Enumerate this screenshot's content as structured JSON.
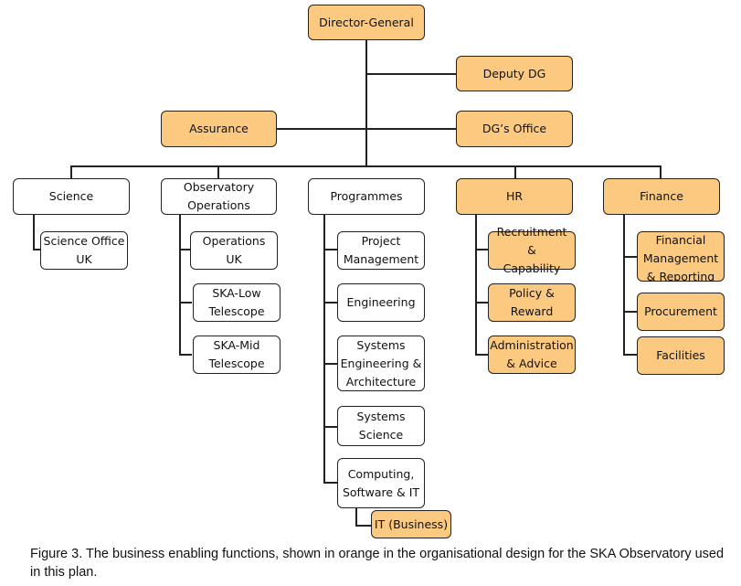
{
  "colors": {
    "business": "#fcc980",
    "default": "#ffffff",
    "line": "#222222"
  },
  "nodes": {
    "director_general": "Director-General",
    "deputy_dg": "Deputy DG",
    "assurance": "Assurance",
    "dgs_office": "DG’s Office",
    "science": "Science",
    "observatory_operations": "Observatory\nOperations",
    "programmes": "Programmes",
    "hr": "HR",
    "finance": "Finance",
    "science_office_uk": "Science Office\nUK",
    "operations_uk": "Operations\nUK",
    "ska_low": "SKA-Low\nTelescope",
    "ska_mid": "SKA-Mid\nTelescope",
    "project_management": "Project\nManagement",
    "engineering": "Engineering",
    "systems_engineering": "Systems\nEngineering &\nArchitecture",
    "systems_science": "Systems\nScience",
    "computing": "Computing,\nSoftware & IT",
    "it_business": "IT (Business)",
    "recruitment": "Recruitment &\nCapability",
    "policy": "Policy &\nReward",
    "administration": "Administration\n& Advice",
    "financial_management": "Financial\nManagement\n& Reporting",
    "procurement": "Procurement",
    "facilities": "Facilities"
  },
  "caption": "Figure 3. The business enabling functions, shown in orange in the organisational design for the SKA Observatory used in this plan."
}
